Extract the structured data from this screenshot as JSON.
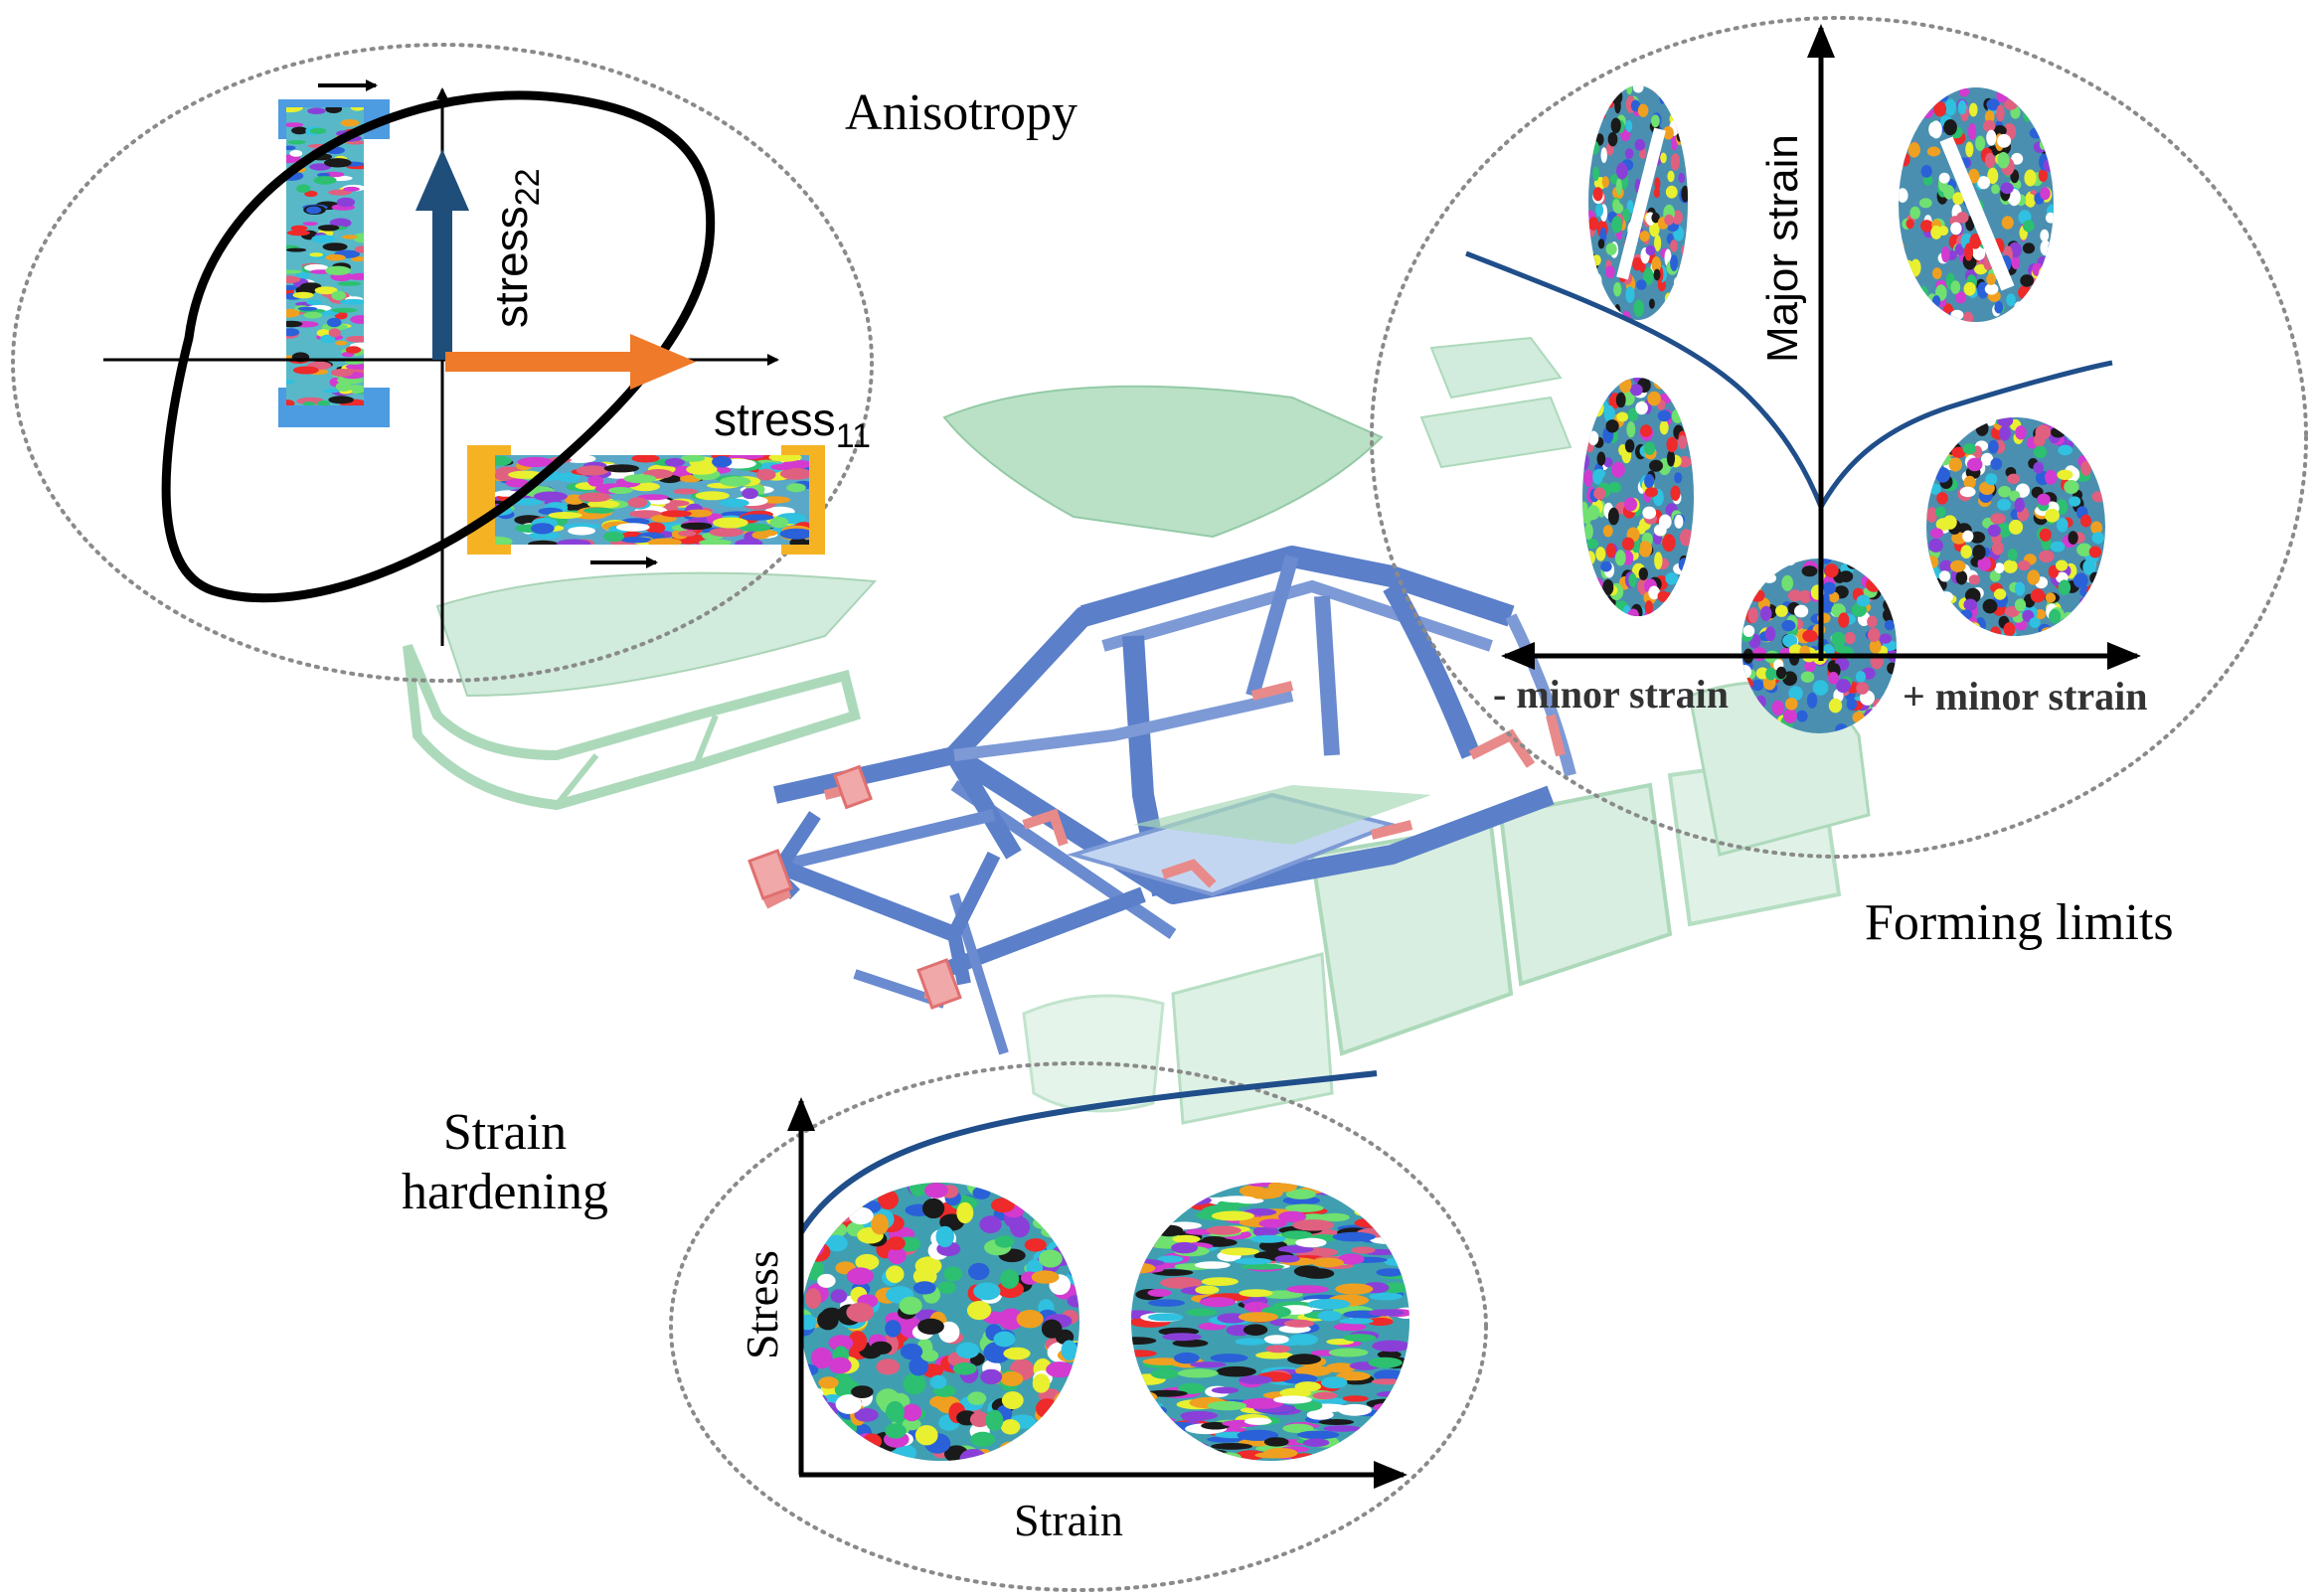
{
  "panels": {
    "anisotropy": {
      "title": "Anisotropy",
      "axis_y_label": "stress",
      "axis_y_sub": "22",
      "axis_x_label": "stress",
      "axis_x_sub": "11"
    },
    "forming_limits": {
      "title": "Forming limits",
      "axis_y_label": "Major strain",
      "axis_x_left_label": "- minor strain",
      "axis_x_right_label": "+ minor strain"
    },
    "strain_hardening": {
      "title_line1": "Strain",
      "title_line2": "hardening",
      "axis_y_label": "Stress",
      "axis_x_label": "Strain"
    }
  },
  "colors": {
    "car_body": "#a9d8b8",
    "car_frame": "#5b7fc9",
    "car_joints": "#e88a8a",
    "curve": "#1f4e8a",
    "stress22_arrow": "#1f4e7a",
    "stress11_arrow": "#ef7a2a",
    "specimen_vertical": "#4d9be0",
    "specimen_horizontal": "#f5b324"
  }
}
